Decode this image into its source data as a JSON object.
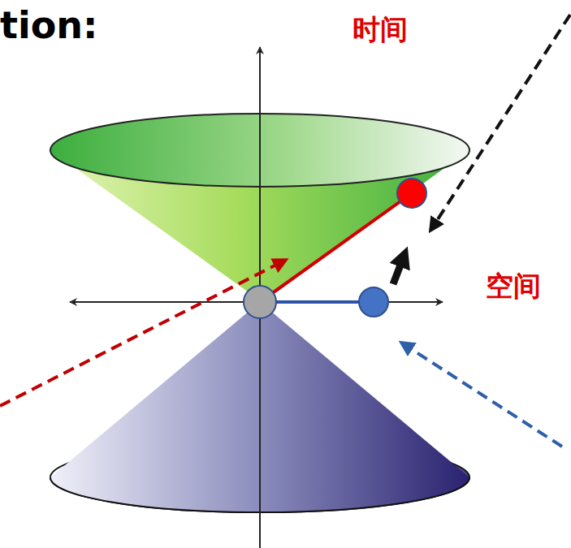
{
  "diagram": {
    "title": "tion:",
    "labels": [
      "时间",
      "空间"
    ]
  }
}
